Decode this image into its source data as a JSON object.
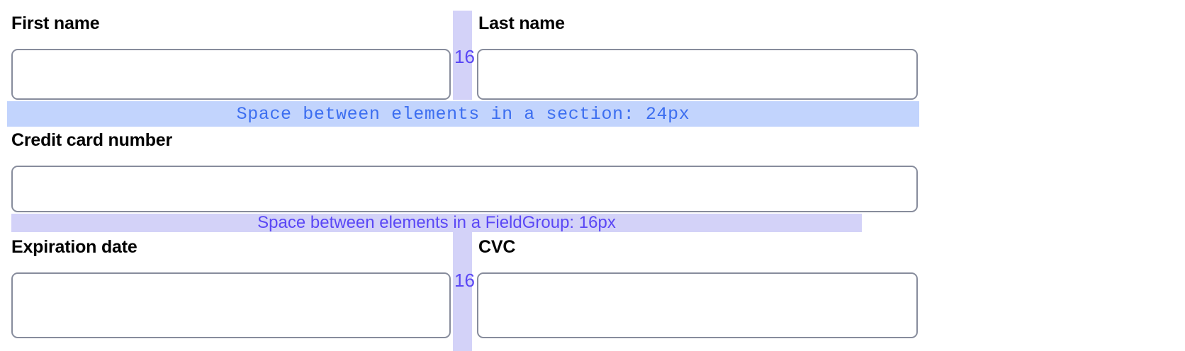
{
  "theme": {
    "page_background": "#ffffff",
    "label_color": "#000000",
    "input_border_color": "#878c9c",
    "section_band_background": "#c2d4fd",
    "section_band_text_color": "#3c6ef0",
    "fieldgroup_band_background": "#d3d2f8",
    "fieldgroup_band_text_color": "#5a47f5",
    "gutter_band_background": "#d3d2f8",
    "gutter_label_color": "#5a47f5"
  },
  "form": {
    "rows": [
      {
        "fields": [
          {
            "label": "First name",
            "value": "",
            "placeholder": ""
          },
          {
            "label": "Last name",
            "value": "",
            "placeholder": ""
          }
        ],
        "gutter_label": "16"
      },
      {
        "fields": [
          {
            "label": "Credit card number",
            "value": "",
            "placeholder": ""
          }
        ],
        "gutter_label": ""
      },
      {
        "fields": [
          {
            "label": "Expiration date",
            "value": "",
            "placeholder": ""
          },
          {
            "label": "CVC",
            "value": "",
            "placeholder": ""
          }
        ],
        "gutter_label": "16"
      }
    ]
  },
  "annotations": {
    "section_spacing": {
      "text": "Space between elements in a section: 24px",
      "value": "24px"
    },
    "fieldgroup_spacing": {
      "text": "Space between elements in a FieldGroup: 16px",
      "value": "16px"
    }
  }
}
